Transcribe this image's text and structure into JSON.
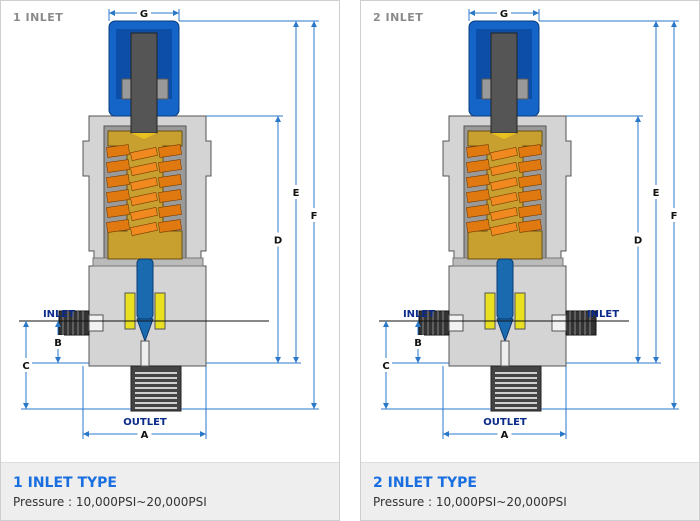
{
  "panels": [
    {
      "tag": "1 INLET",
      "title": "1 INLET TYPE",
      "pressure": "Pressure : 10,000PSI~20,000PSI",
      "inlets": [
        "INLET"
      ],
      "outlet": "OUTLET",
      "dims": {
        "A": "A",
        "B": "B",
        "C": "C",
        "D": "D",
        "E": "E",
        "F": "F",
        "G": "G"
      }
    },
    {
      "tag": "2 INLET",
      "title": "2 INLET TYPE",
      "pressure": "Pressure : 10,000PSI~20,000PSI",
      "inlets": [
        "INLET",
        "INLET"
      ],
      "outlet": "OUTLET",
      "dims": {
        "A": "A",
        "B": "B",
        "C": "C",
        "D": "D",
        "E": "E",
        "F": "F",
        "G": "G"
      }
    }
  ],
  "colors": {
    "dimension": "#2b78c8",
    "label": "#0a2a8a",
    "cap": "#1565c8",
    "spring": "#e07a10",
    "brass": "#c8a030",
    "body": "#d4d4d4",
    "title": "#1a6fe0"
  }
}
